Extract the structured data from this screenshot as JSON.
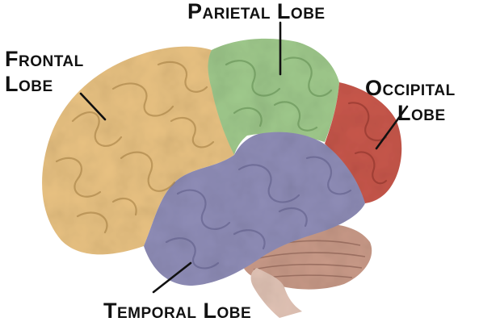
{
  "labels": {
    "frontal": {
      "line1": "Frontal",
      "line2": "Lobe"
    },
    "parietal": {
      "line1": "Parietal Lobe"
    },
    "occipital": {
      "line1": "Occipital",
      "line2": "Lobe"
    },
    "temporal": {
      "line1": "Temporal Lobe"
    }
  },
  "colors": {
    "frontal": "#e9c282",
    "parietal": "#9fc98c",
    "occipital": "#c8574b",
    "temporal": "#8f8db7",
    "cerebellum": "#c99a88",
    "brainstem": "#e2c4b6",
    "leader_line": "#111111"
  }
}
